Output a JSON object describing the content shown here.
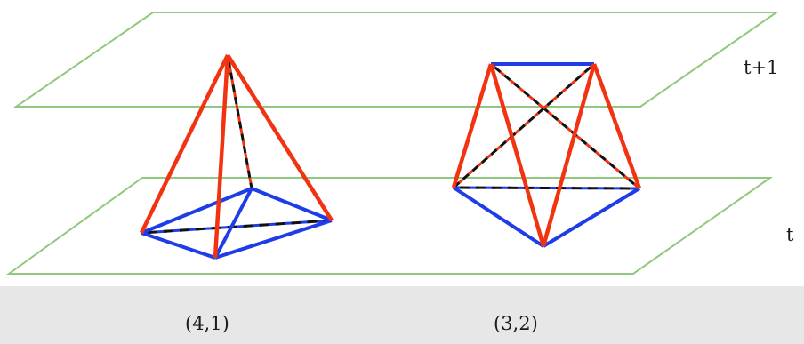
{
  "slice_labels": {
    "upper": "t+1",
    "lower": "t"
  },
  "simplex_labels": {
    "left": "(4,1)",
    "right": "(3,2)"
  },
  "colors": {
    "background": "#ffffff",
    "caption_band": "#e7e7e7",
    "plane": "#8fc97f",
    "timelike_edge": "#f23312",
    "spacelike_edge": "#1f3de6",
    "hidden_dash": "#111111"
  }
}
